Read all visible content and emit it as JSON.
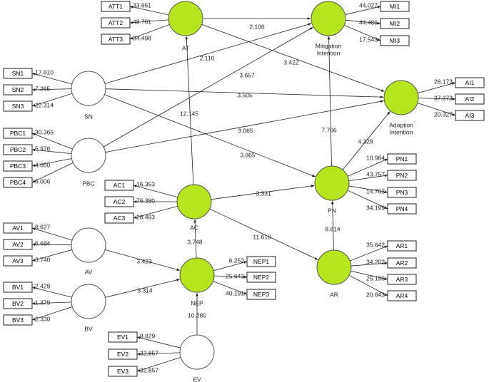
{
  "diagram": {
    "colors": {
      "endogenous_fill": "#b5e61d",
      "exogenous_fill": "#ffffff",
      "stroke": "#222222"
    },
    "latent_variables": [
      {
        "id": "AT",
        "label": "AT",
        "type": "endogenous"
      },
      {
        "id": "MI",
        "label": "Mitigation Intention",
        "type": "endogenous"
      },
      {
        "id": "AI",
        "label": "Adoption Intention",
        "type": "endogenous"
      },
      {
        "id": "SN",
        "label": "SN",
        "type": "exogenous"
      },
      {
        "id": "PBC",
        "label": "PBC",
        "type": "exogenous"
      },
      {
        "id": "AC",
        "label": "AC",
        "type": "endogenous"
      },
      {
        "id": "PN",
        "label": "PN",
        "type": "endogenous"
      },
      {
        "id": "AV",
        "label": "AV",
        "type": "exogenous"
      },
      {
        "id": "BV",
        "label": "BV",
        "type": "exogenous"
      },
      {
        "id": "NEP",
        "label": "NEP",
        "type": "endogenous"
      },
      {
        "id": "AR",
        "label": "AR",
        "type": "endogenous"
      },
      {
        "id": "EV",
        "label": "EV",
        "type": "exogenous"
      }
    ],
    "indicators": [
      {
        "label": "ATT1",
        "lv": "AT",
        "side": "left",
        "value": "33.651"
      },
      {
        "label": "ATT2",
        "lv": "AT",
        "side": "left",
        "value": "48.761"
      },
      {
        "label": "ATT3",
        "lv": "AT",
        "side": "left",
        "value": "34.498"
      },
      {
        "label": "MI1",
        "lv": "MI",
        "side": "right",
        "value": "44.027"
      },
      {
        "label": "MI2",
        "lv": "MI",
        "side": "right",
        "value": "44.486"
      },
      {
        "label": "MI3",
        "lv": "MI",
        "side": "right",
        "value": "17.543"
      },
      {
        "label": "AI1",
        "lv": "AI",
        "side": "right",
        "value": "28.173"
      },
      {
        "label": "AI2",
        "lv": "AI",
        "side": "right",
        "value": "37.273"
      },
      {
        "label": "AI3",
        "lv": "AI",
        "side": "right",
        "value": "20.327"
      },
      {
        "label": "SN1",
        "lv": "SN",
        "side": "left",
        "value": "17.610"
      },
      {
        "label": "SN2",
        "lv": "SN",
        "side": "left",
        "value": "7.265"
      },
      {
        "label": "SN3",
        "lv": "SN",
        "side": "left",
        "value": "22.314"
      },
      {
        "label": "PBC1",
        "lv": "PBC",
        "side": "left",
        "value": "30.365"
      },
      {
        "label": "PBC2",
        "lv": "PBC",
        "side": "left",
        "value": "5.976"
      },
      {
        "label": "PBC3",
        "lv": "PBC",
        "side": "left",
        "value": "4.050"
      },
      {
        "label": "PBC4",
        "lv": "PBC",
        "side": "left",
        "value": "6.006"
      },
      {
        "label": "AC1",
        "lv": "AC",
        "side": "left",
        "value": "16.353"
      },
      {
        "label": "AC2",
        "lv": "AC",
        "side": "left",
        "value": "76.380"
      },
      {
        "label": "AC3",
        "lv": "AC",
        "side": "left",
        "value": "28.493"
      },
      {
        "label": "PN1",
        "lv": "PN",
        "side": "right",
        "value": "10.984"
      },
      {
        "label": "PN2",
        "lv": "PN",
        "side": "right",
        "value": "43.757"
      },
      {
        "label": "PN3",
        "lv": "PN",
        "side": "right",
        "value": "14.703"
      },
      {
        "label": "PN4",
        "lv": "PN",
        "side": "right",
        "value": "34.199"
      },
      {
        "label": "AV1",
        "lv": "AV",
        "side": "left",
        "value": "8.627"
      },
      {
        "label": "AV2",
        "lv": "AV",
        "side": "left",
        "value": "6.694"
      },
      {
        "label": "AV3",
        "lv": "AV",
        "side": "left",
        "value": "3.740"
      },
      {
        "label": "NEP1",
        "lv": "NEP",
        "side": "right",
        "value": "6.252"
      },
      {
        "label": "NEP2",
        "lv": "NEP",
        "side": "right",
        "value": "25.643"
      },
      {
        "label": "NEP3",
        "lv": "NEP",
        "side": "right",
        "value": "40.191"
      },
      {
        "label": "AR1",
        "lv": "AR",
        "side": "right",
        "value": "35.642"
      },
      {
        "label": "AR2",
        "lv": "AR",
        "side": "right",
        "value": "34.202"
      },
      {
        "label": "AR3",
        "lv": "AR",
        "side": "right",
        "value": "25.196"
      },
      {
        "label": "AR4",
        "lv": "AR",
        "side": "right",
        "value": "20.643"
      },
      {
        "label": "BV1",
        "lv": "BV",
        "side": "left",
        "value": "2.429"
      },
      {
        "label": "BV2",
        "lv": "BV",
        "side": "left",
        "value": "1.379"
      },
      {
        "label": "BV3",
        "lv": "BV",
        "side": "left",
        "value": "2.330"
      },
      {
        "label": "EV1",
        "lv": "EV",
        "side": "left",
        "value": "8.829"
      },
      {
        "label": "EV2",
        "lv": "EV",
        "side": "left",
        "value": "32.857"
      },
      {
        "label": "EV3",
        "lv": "EV",
        "side": "left",
        "value": "32.857"
      }
    ],
    "paths": [
      {
        "from": "AT",
        "to": "MI",
        "value": "2.106"
      },
      {
        "from": "AT",
        "to": "AI",
        "value": "3.422"
      },
      {
        "from": "SN",
        "to": "MI",
        "value": "2.110"
      },
      {
        "from": "SN",
        "to": "AI",
        "value": "3.505"
      },
      {
        "from": "SN",
        "to": "PN",
        "value": "3.865"
      },
      {
        "from": "PBC",
        "to": "MI",
        "value": "3.657"
      },
      {
        "from": "PBC",
        "to": "AI",
        "value": "3.065"
      },
      {
        "from": "AC",
        "to": "AT",
        "value": "12.145"
      },
      {
        "from": "AC",
        "to": "PN",
        "value": "3.331"
      },
      {
        "from": "AC",
        "to": "AR",
        "value": "11.618"
      },
      {
        "from": "PN",
        "to": "MI",
        "value": "7.706"
      },
      {
        "from": "PN",
        "to": "AI",
        "value": "4.328"
      },
      {
        "from": "AR",
        "to": "PN",
        "value": "8.814"
      },
      {
        "from": "NEP",
        "to": "AC",
        "value": "3.748"
      },
      {
        "from": "AV",
        "to": "NEP",
        "value": "3.423"
      },
      {
        "from": "BV",
        "to": "NEP",
        "value": "3.314"
      },
      {
        "from": "EV",
        "to": "NEP",
        "value": "10.280"
      }
    ]
  }
}
